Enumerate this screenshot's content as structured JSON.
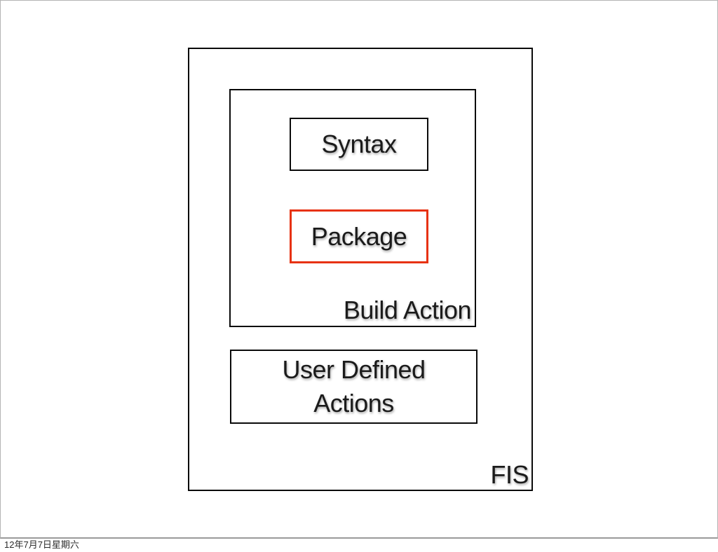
{
  "slide": {
    "date_caption": "12年7月7日星期六"
  },
  "diagram": {
    "fis_box": {
      "label": "FIS",
      "border_color": "#0a0a0a"
    },
    "build_action_box": {
      "label": "Build Action",
      "border_color": "#0a0a0a"
    },
    "syntax_box": {
      "label": "Syntax",
      "border_color": "#0a0a0a"
    },
    "package_box": {
      "label": "Package",
      "border_color": "#e73210"
    },
    "user_defined_actions_box": {
      "label": "User Defined\nActions",
      "border_color": "#0a0a0a"
    }
  },
  "colors": {
    "text": "#1b1b1b",
    "accent_red": "#e73210",
    "slide_border": "#b4b4b4"
  }
}
